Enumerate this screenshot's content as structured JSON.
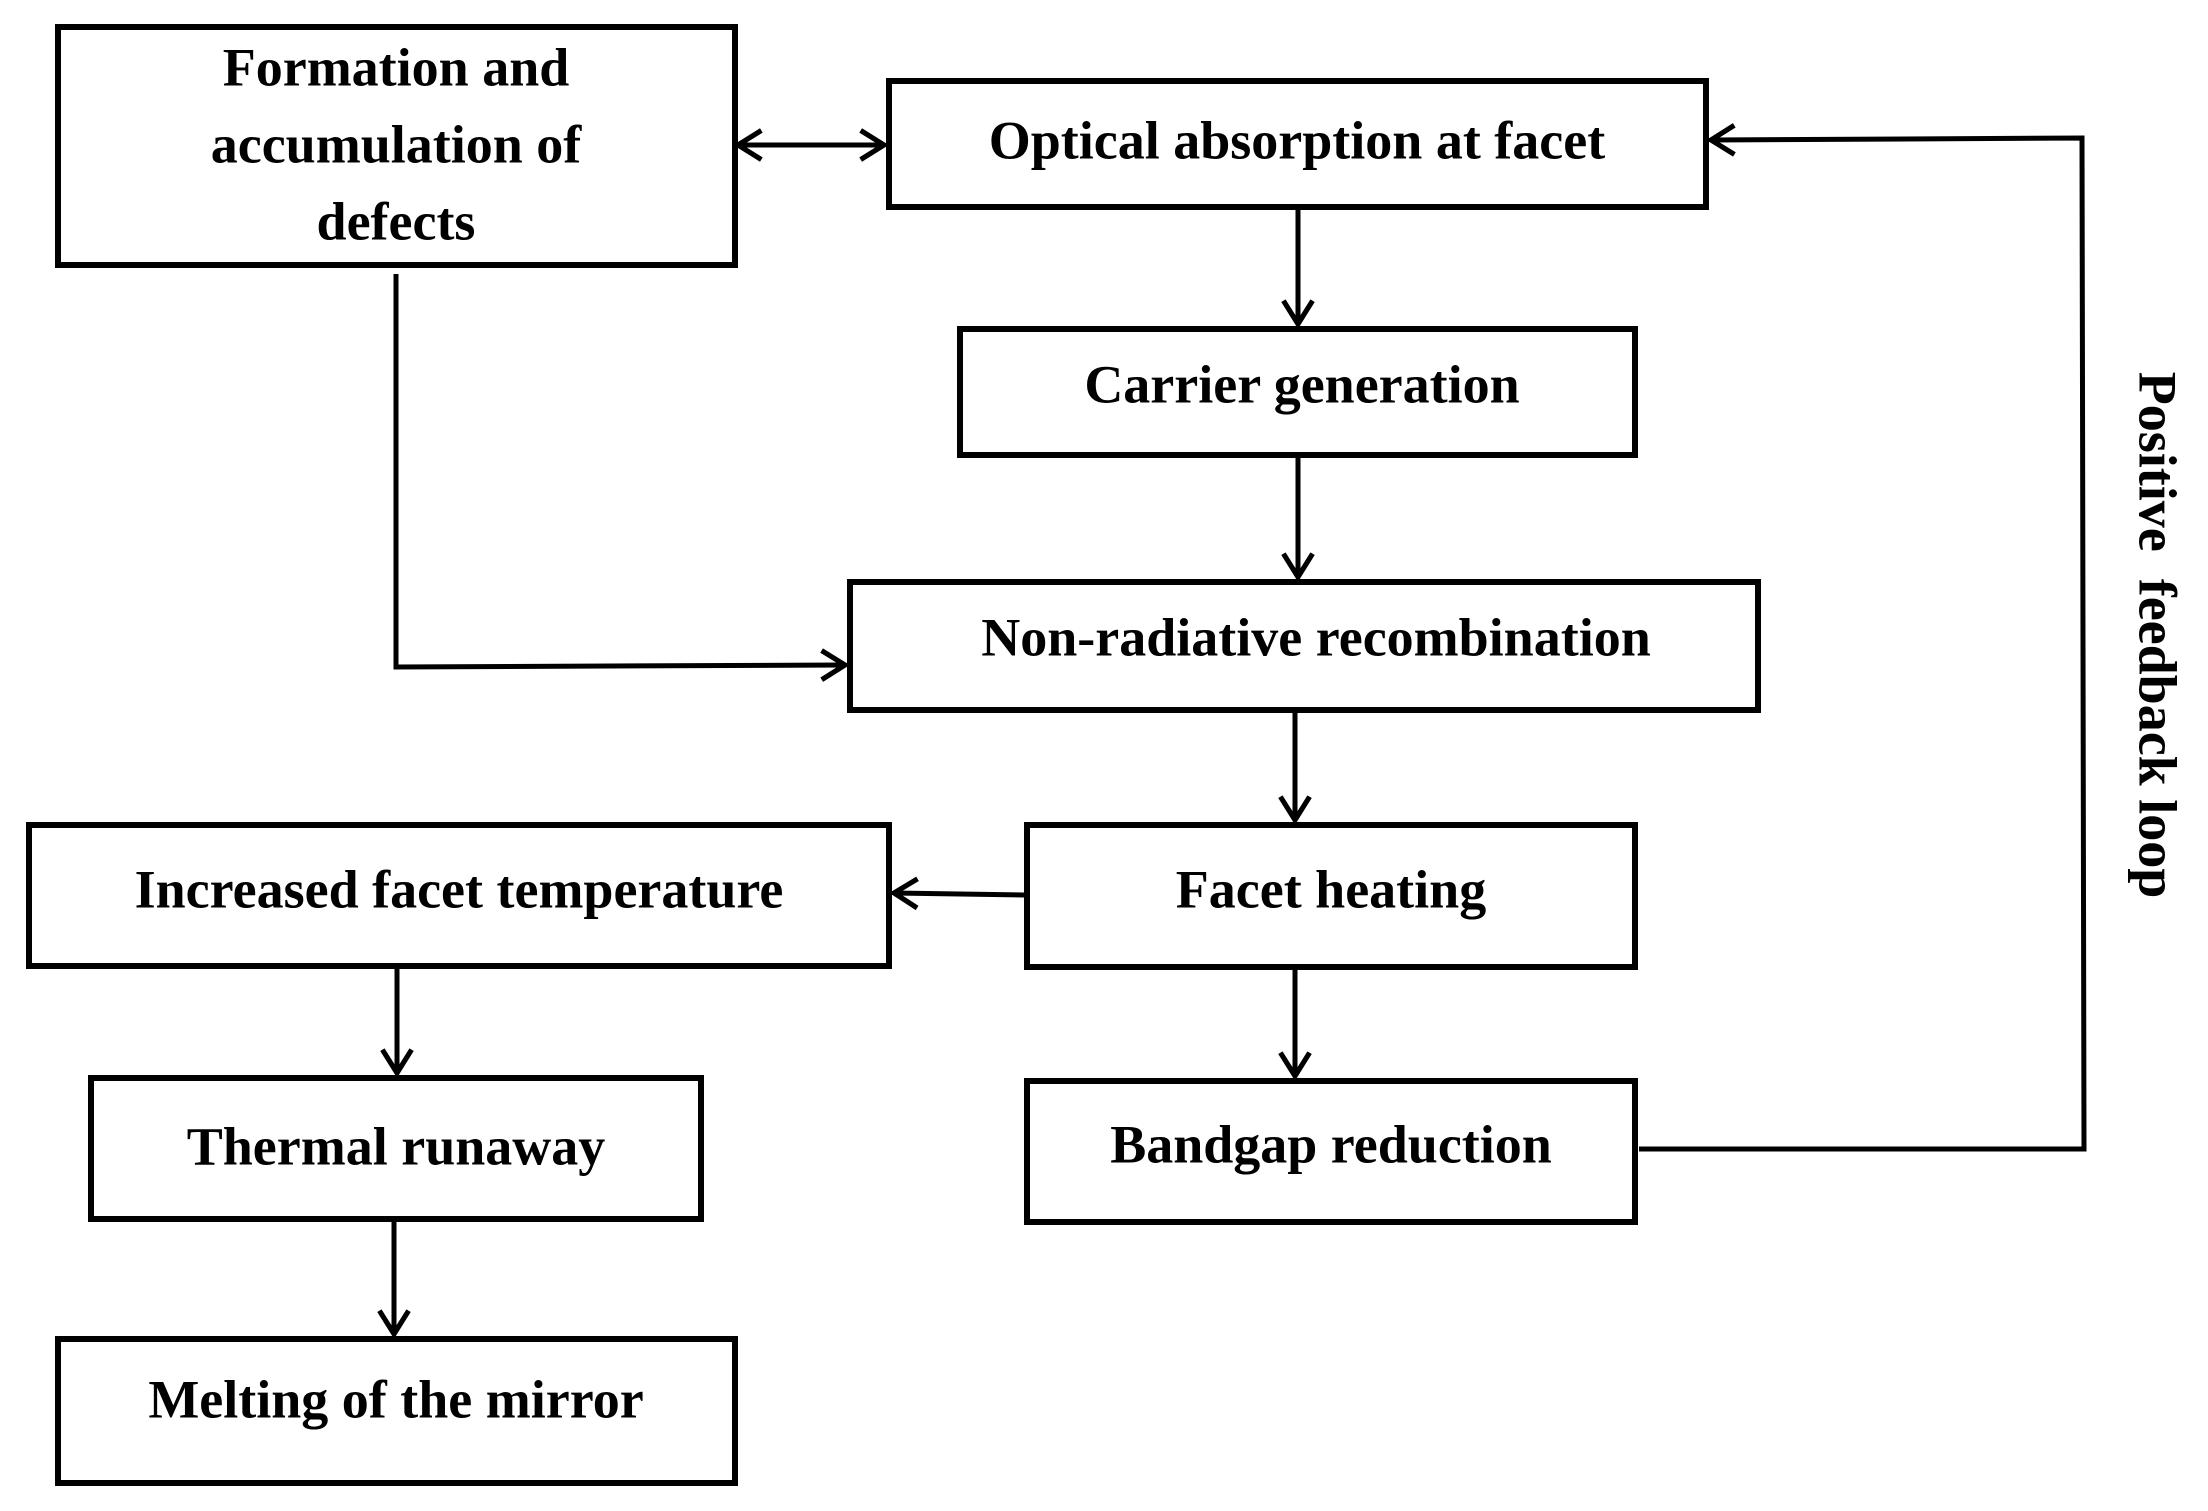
{
  "nodes": {
    "formation": [
      "Formation and",
      "accumulation of",
      "defects"
    ],
    "optical": "Optical absorption at facet",
    "carrier": "Carrier generation",
    "nonrad": "Non-radiative recombination",
    "heating": "Facet heating",
    "increased": "Increased facet temperature",
    "thermal": "Thermal runaway",
    "bandgap": "Bandgap reduction",
    "melting": "Melting of the mirror"
  },
  "loop_label": "Positive  feedback loop"
}
